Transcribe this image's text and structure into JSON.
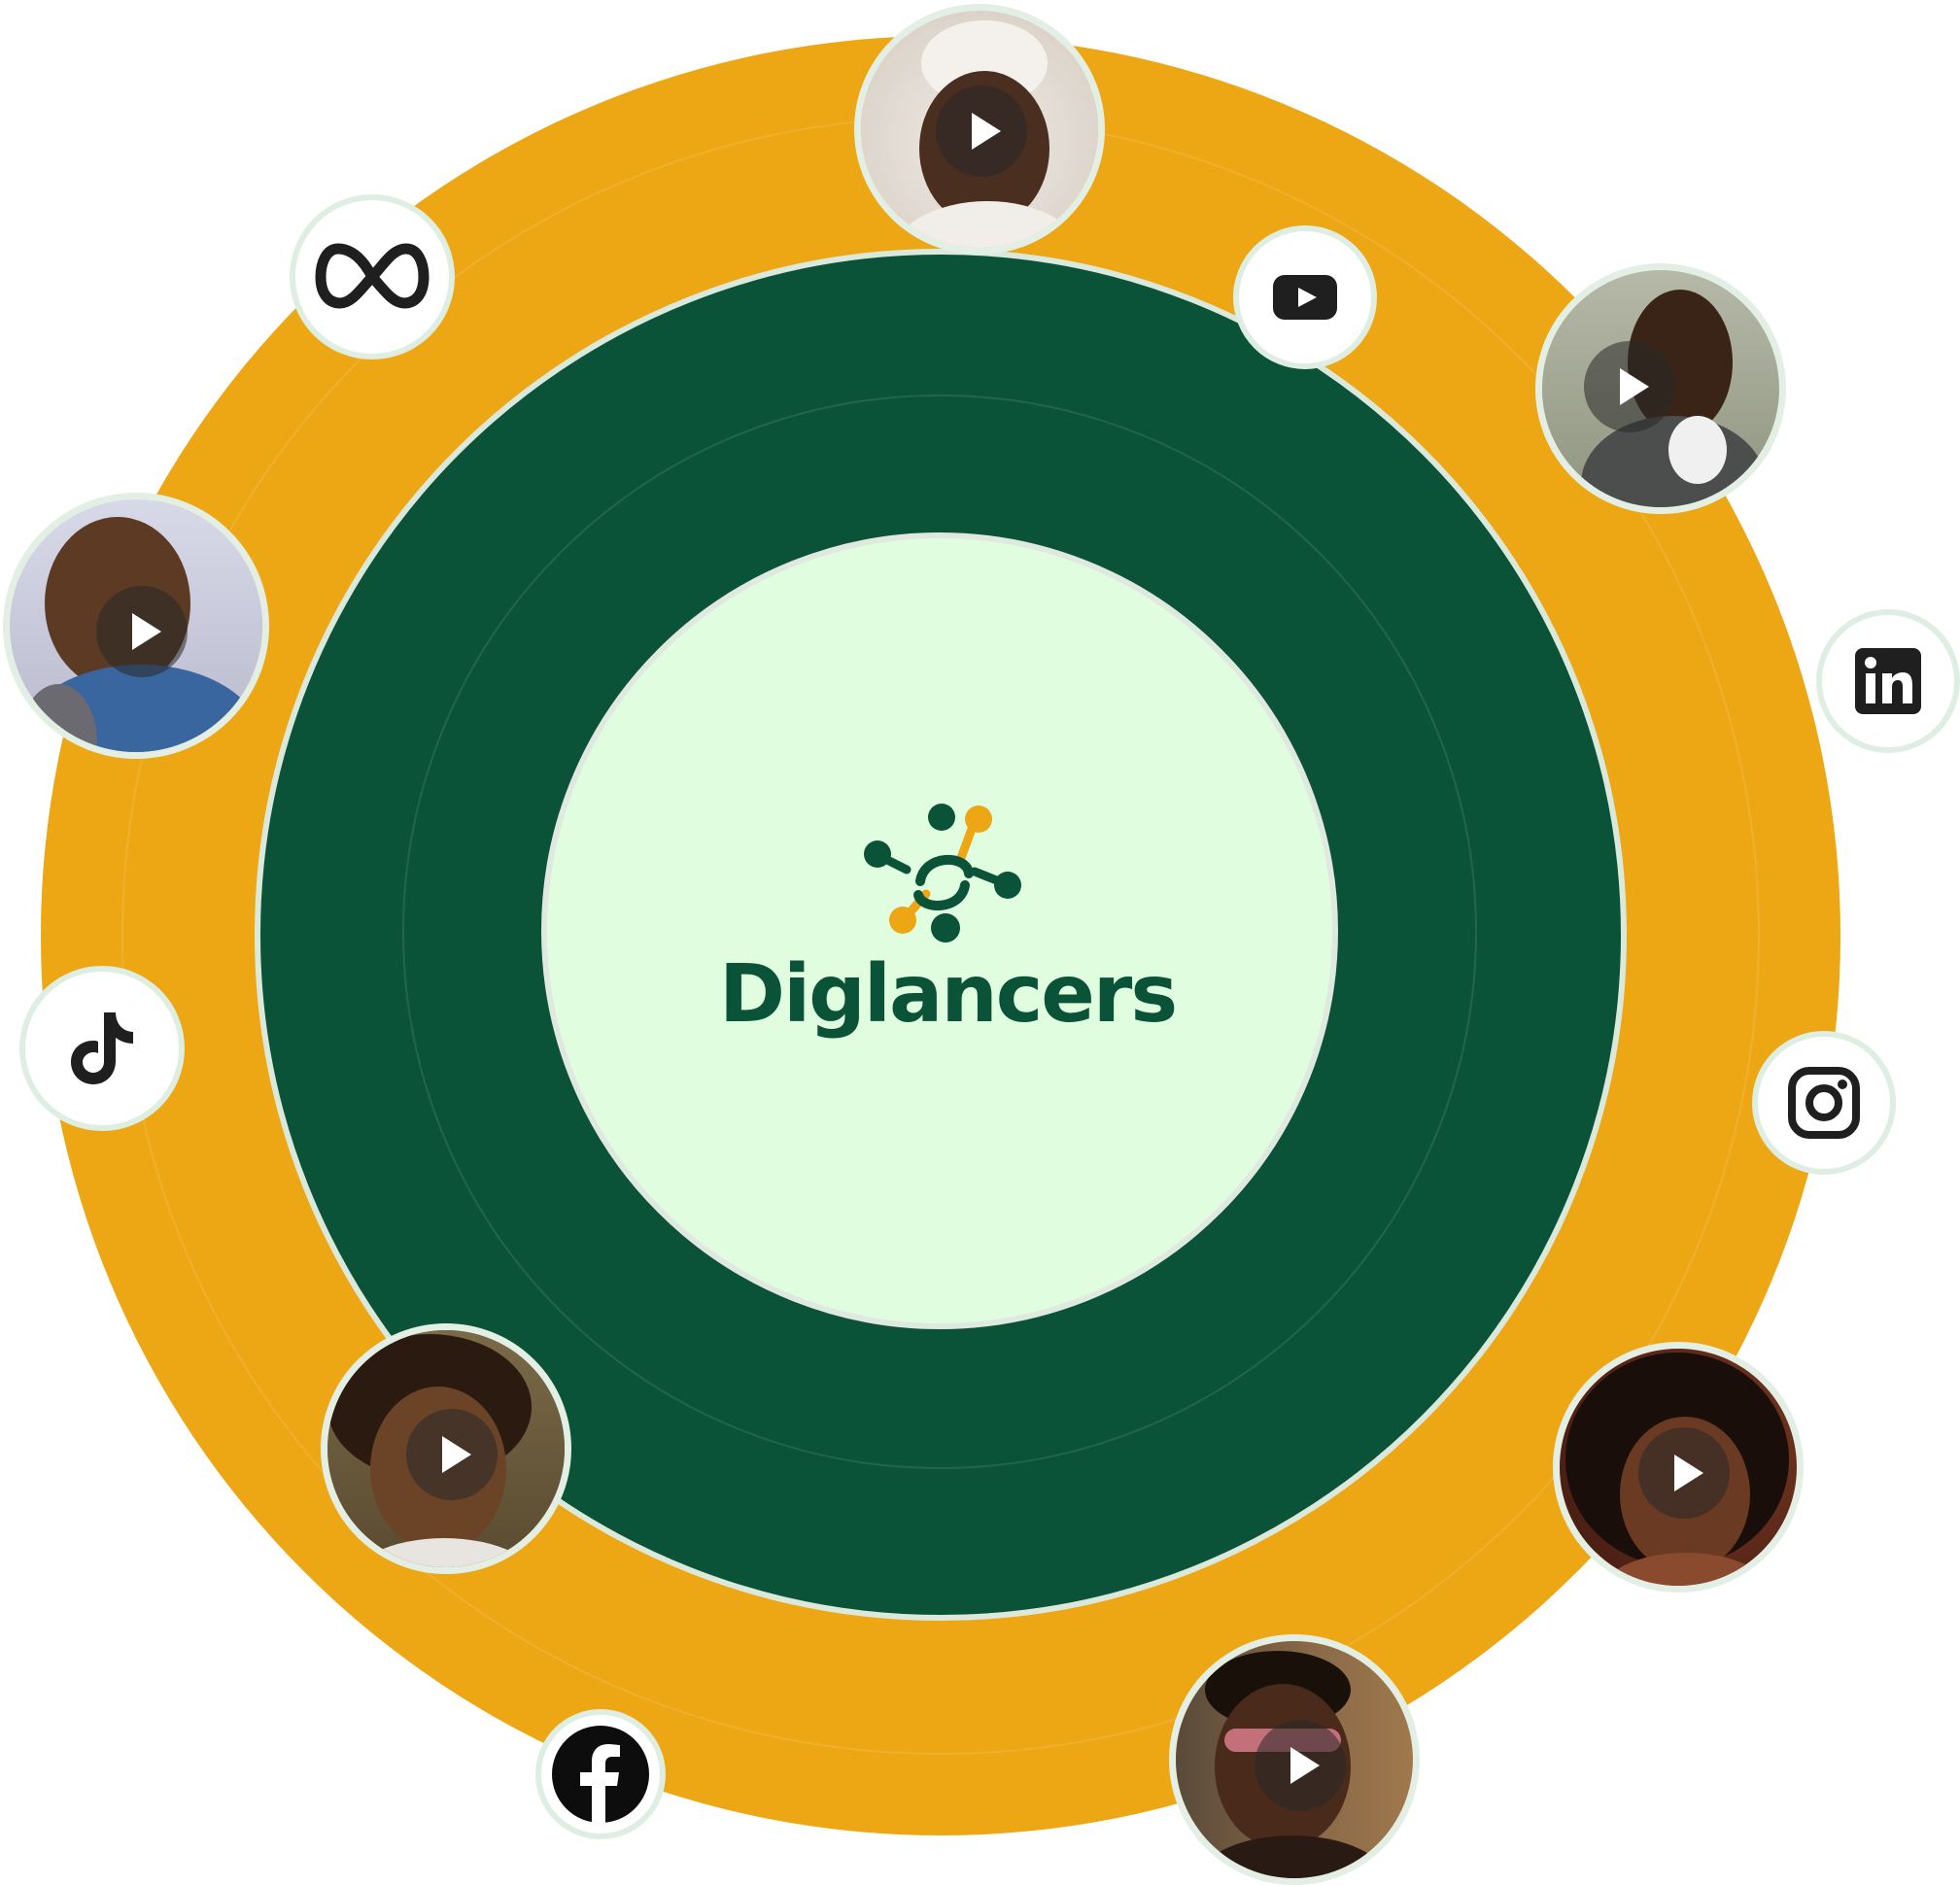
{
  "brand": {
    "name": "Diglancers",
    "colors": {
      "primary_green": "#0a5339",
      "accent_gold": "#eda614",
      "light_mint": "#e0fde0",
      "icon_dark": "#1f1f1f"
    }
  },
  "rings": {
    "outer_color": "#eda614",
    "middle_color": "#0a5339",
    "inner_color": "#e0fde0"
  },
  "social_icons": [
    {
      "name": "meta-icon"
    },
    {
      "name": "youtube-icon"
    },
    {
      "name": "linkedin-icon"
    },
    {
      "name": "instagram-icon"
    },
    {
      "name": "tiktok-icon"
    },
    {
      "name": "facebook-icon"
    }
  ],
  "videos": [
    {
      "name": "video-avatar-woman-headwrap",
      "skin": "#5a3a28",
      "bg": "#e8e2dc"
    },
    {
      "name": "video-avatar-woman-bantu-knots",
      "skin": "#4a2e20",
      "bg": "#a7aa98"
    },
    {
      "name": "video-avatar-man-glasses",
      "skin": "#5c3a24",
      "bg": "#c7c8d8"
    },
    {
      "name": "video-avatar-man-afro",
      "skin": "#6b4428",
      "bg": "#6e6040"
    },
    {
      "name": "video-avatar-woman-curly",
      "skin": "#6a3a22",
      "bg": "#5a2a1a"
    },
    {
      "name": "video-avatar-man-sunglasses",
      "skin": "#4a2a1a",
      "bg": "#7a5a40"
    }
  ]
}
